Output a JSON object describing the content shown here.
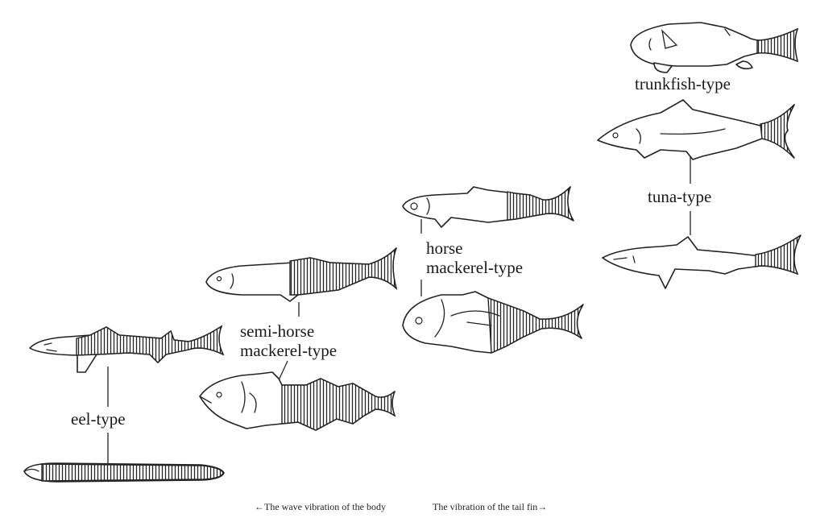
{
  "labels": {
    "trunkfish": "trunkfish-type",
    "tuna": "tuna-type",
    "horse_line1": "horse",
    "horse_line2": "mackerel-type",
    "semi_line1": "semi-horse",
    "semi_line2": "mackerel-type",
    "eel": "eel-type"
  },
  "captions": {
    "left": "←The wave vibration of the body",
    "right": "The vibration of the tail fin→"
  },
  "colors": {
    "ink": "#222222",
    "background": "#ffffff"
  }
}
